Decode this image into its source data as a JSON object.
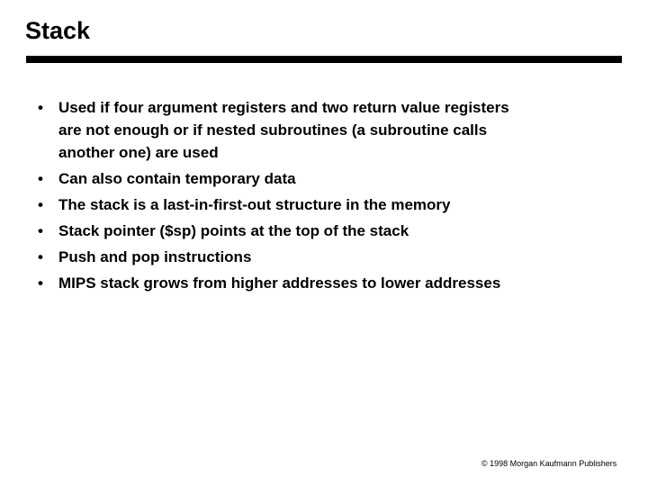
{
  "slide": {
    "title": "Stack",
    "bullet_char": "•",
    "bullets": [
      "Used if four argument registers and two return value registers\nare not enough or if nested subroutines (a subroutine calls\nanother one) are used",
      "Can also contain temporary data",
      "The stack is a last-in-first-out structure in the memory",
      "Stack pointer ($sp) points at the top of the stack",
      "Push and pop instructions",
      "MIPS stack grows from higher addresses to lower addresses"
    ],
    "footer": "© 1998 Morgan Kaufmann Publishers",
    "colors": {
      "background": "#ffffff",
      "text": "#000000",
      "rule": "#000000"
    }
  }
}
